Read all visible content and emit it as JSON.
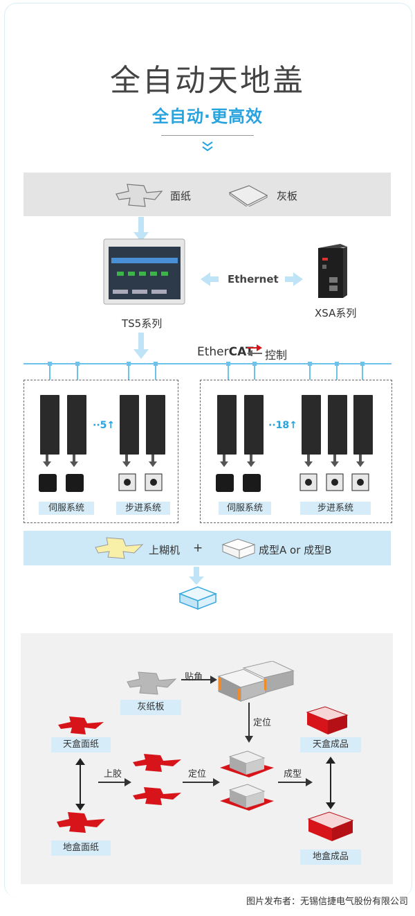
{
  "title": "全自动天地盖",
  "subtitle": "全自动·更高效",
  "materials": {
    "face_paper": "面纸",
    "gray_board": "灰板"
  },
  "devices": {
    "hmi": "TS5系列",
    "controller": "XSA系列",
    "link": "Ethernet"
  },
  "bus": {
    "brand_prefix": "Ether",
    "brand_suffix": "CAT",
    "control": "控制"
  },
  "group_left": {
    "count": "5",
    "servo": "伺服系统",
    "stepper": "步进系统"
  },
  "group_right": {
    "count": "18",
    "servo": "伺服系统",
    "stepper": "步进系统"
  },
  "output": {
    "glue": "上糊机",
    "plus": "+",
    "form": "成型A or 成型B"
  },
  "process": {
    "gray_paper_board": "灰纸板",
    "corner": "贴角",
    "position1": "定位",
    "top_face": "天盒面纸",
    "glue": "上胶",
    "position2": "定位",
    "form": "成型",
    "top_product": "天盒成品",
    "bottom_face": "地盒面纸",
    "bottom_product": "地盒成品"
  },
  "credit": "图片发布者：无锡信捷电气股份有限公司",
  "colors": {
    "accent": "#28a3dd",
    "red": "#d8141b",
    "bus": "#6cc2ea"
  }
}
